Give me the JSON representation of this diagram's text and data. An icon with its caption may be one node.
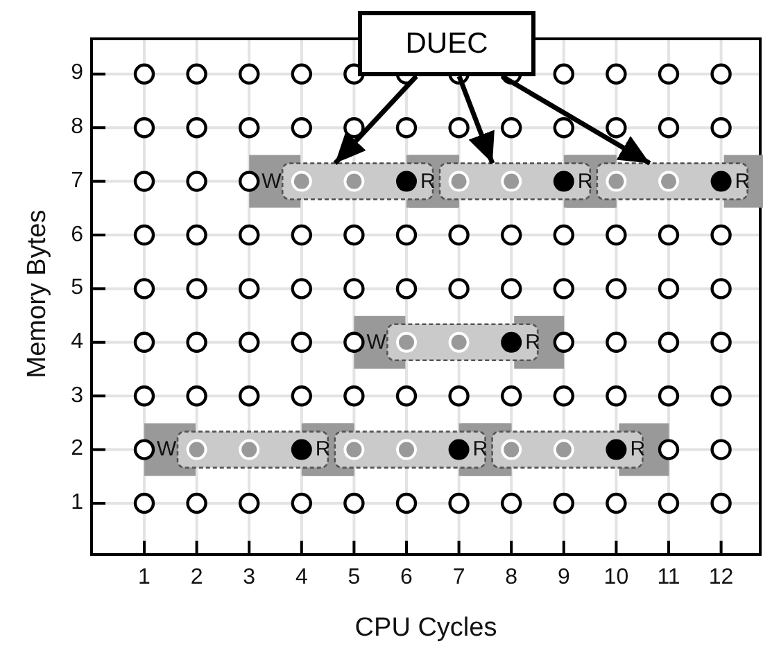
{
  "diagram": {
    "nodes": [
      {
        "text": [
          "DUEC"
        ]
      },
      {
        "text": [],
        "shape": "bar"
      },
      {
        "text": [],
        "shape": "bar"
      },
      {
        "text": [],
        "shape": "bar"
      },
      {
        "text": [],
        "shape": "bar"
      },
      {
        "text": [],
        "shape": "bar"
      },
      {
        "text": [],
        "shape": "bar"
      },
      {
        "text": [],
        "shape": "bar"
      }
    ],
    "edges": [
      {
        "from": 0,
        "to": 1,
        "arrow": "to"
      },
      {
        "from": 0,
        "to": 2,
        "arrow": "to"
      },
      {
        "from": 0,
        "to": 3,
        "arrow": "to"
      }
    ],
    "labels": [
      "Memory Bytes",
      "9",
      "8",
      "7",
      "W",
      "R",
      "R",
      "R",
      "6",
      "5",
      "4",
      "W",
      "R",
      "3",
      "2",
      "W",
      "R",
      "R",
      "R",
      "1",
      "1",
      "2",
      "3",
      "4",
      "5",
      "6",
      "7",
      "8",
      "9",
      "10",
      "11",
      "12",
      "CPU Cycles"
    ]
  }
}
